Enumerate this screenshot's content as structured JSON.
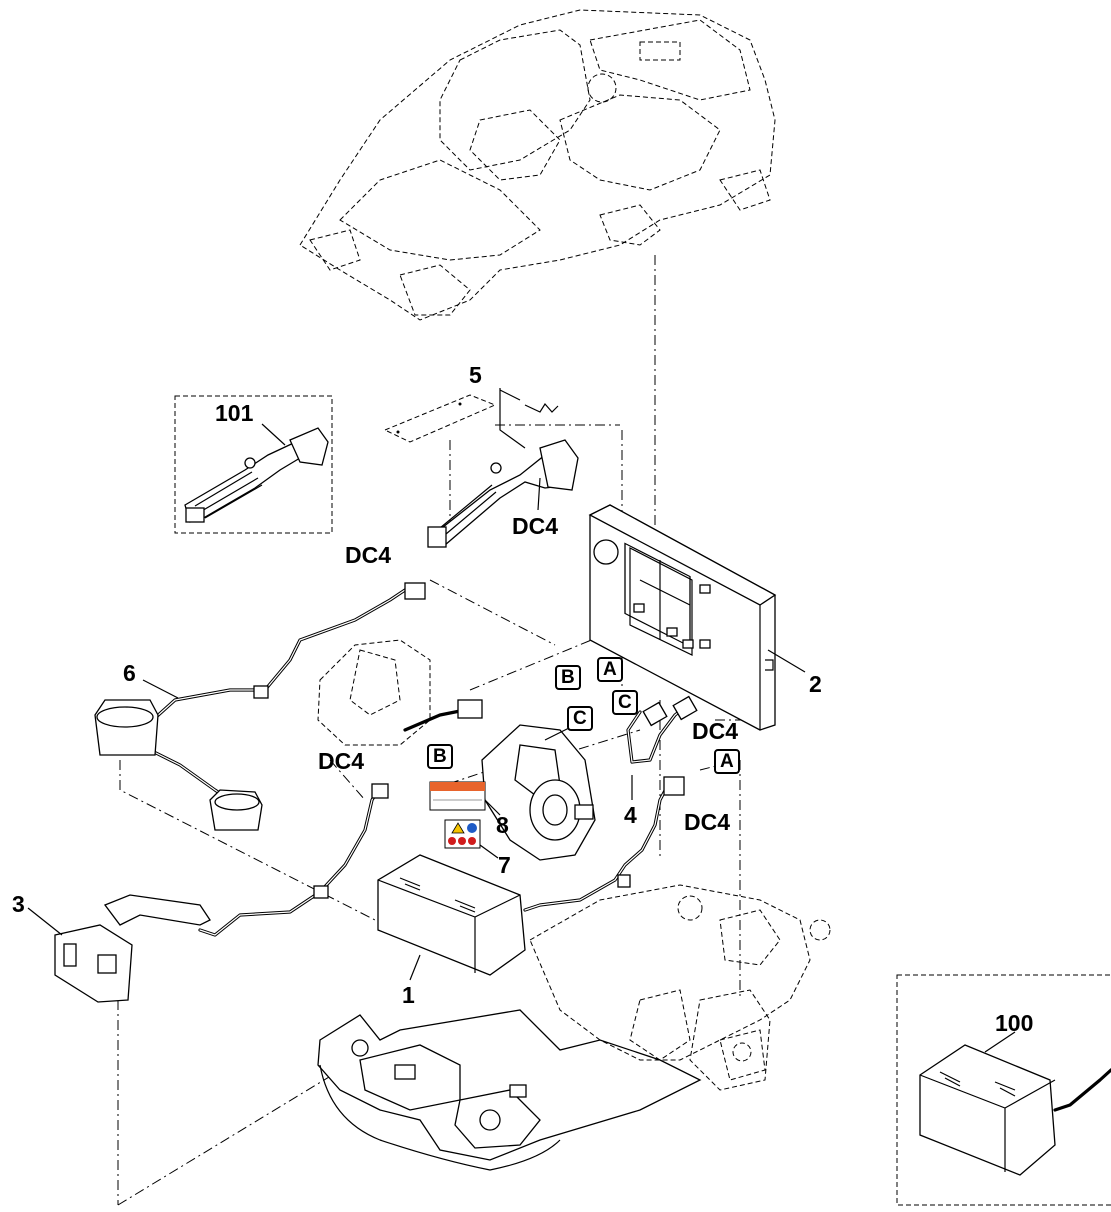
{
  "labels": {
    "callout_1": "1",
    "callout_2": "2",
    "callout_3": "3",
    "callout_4": "4",
    "callout_5": "5",
    "callout_6": "6",
    "callout_7": "7",
    "callout_8": "8",
    "callout_100": "100",
    "callout_101": "101",
    "dc4": "DC4"
  },
  "markers": {
    "a": "A",
    "b": "B",
    "c": "C"
  },
  "colors": {
    "line": "#000000",
    "background": "#ffffff",
    "label_orange": "#e8642c",
    "warning_yellow": "#f5c400",
    "prohibition_red": "#d01c1c",
    "mandatory_blue": "#1e5bc6"
  }
}
